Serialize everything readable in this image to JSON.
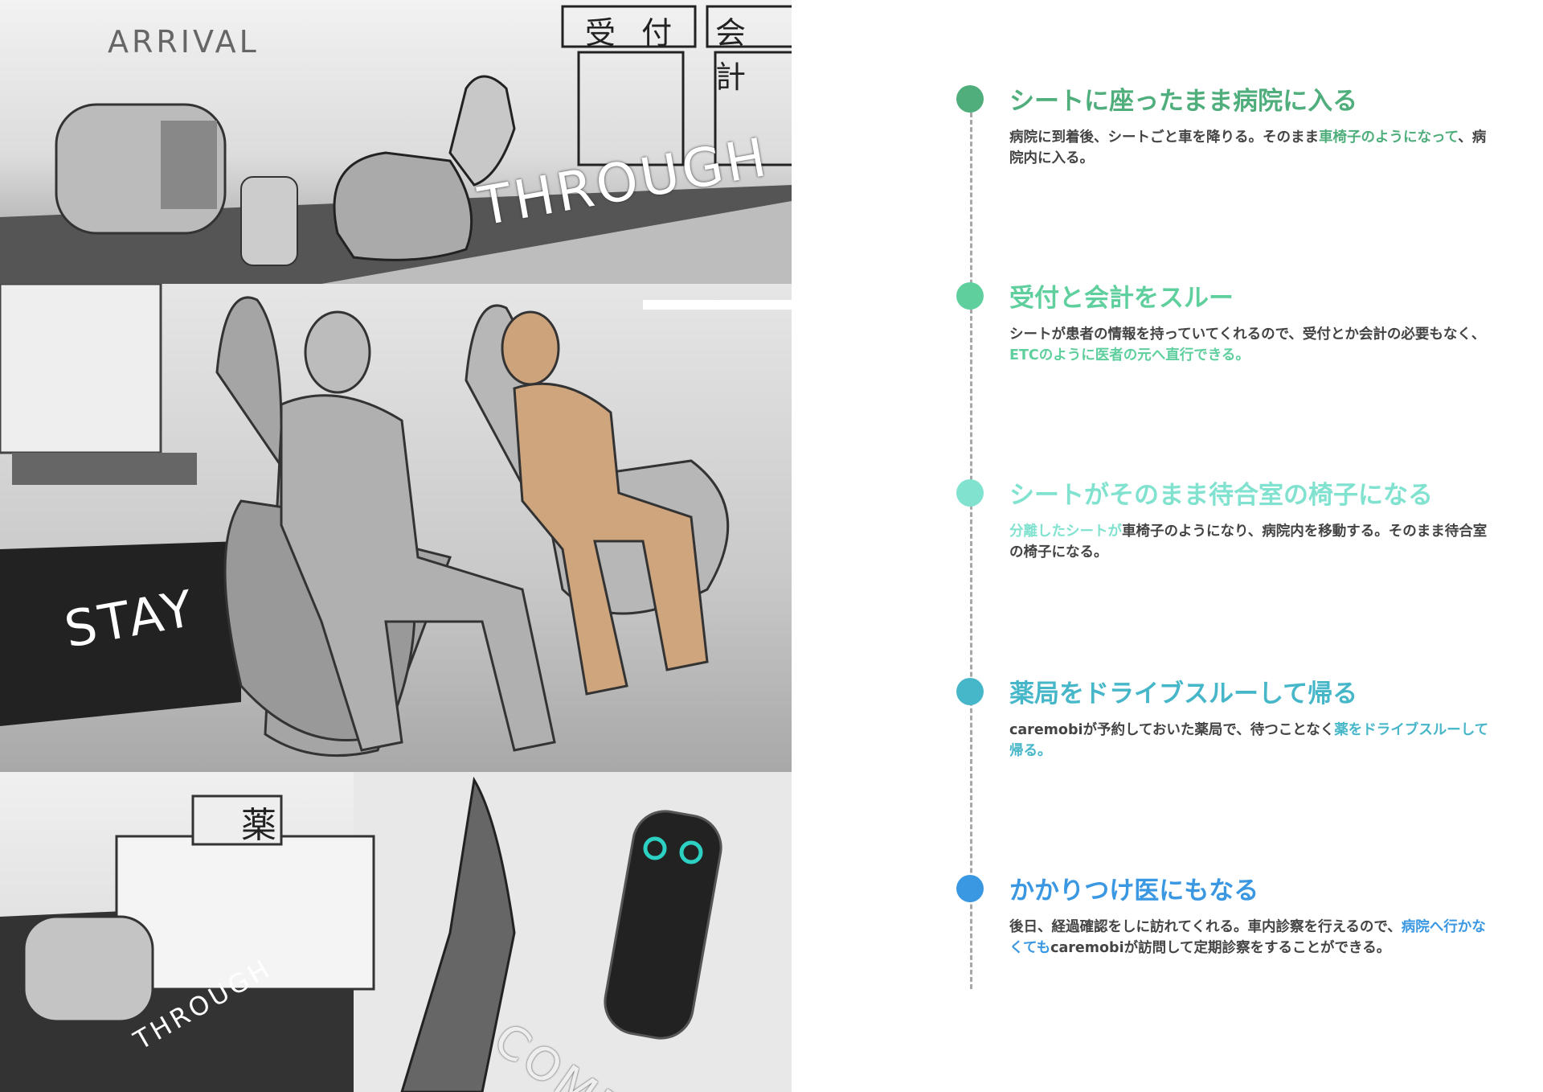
{
  "illustration": {
    "arrival_label": "ARRIVAL",
    "through_label_top": "THROUGH",
    "sign_reception": "受 付",
    "sign_accounting": "会 計",
    "stay_label": "STAY",
    "pharmacy_sign": "薬",
    "through_label_bottom": "THROUGH",
    "come_label": "COME"
  },
  "colors": {
    "step1": "#4fae7c",
    "step2": "#5fcf9e",
    "step3": "#80e2cf",
    "step4": "#46b6c9",
    "step5": "#3a97e2",
    "body_text": "#444444",
    "timeline": "#a8a8a8"
  },
  "steps": [
    {
      "title": "シートに座ったまま病院に入る",
      "body": [
        {
          "t": "病院に到着後、シートごと車を降りる。そのまま"
        },
        {
          "t": "車椅子のようになって",
          "hl": true
        },
        {
          "t": "、病院内に入る。"
        }
      ]
    },
    {
      "title": "受付と会計をスルー",
      "body": [
        {
          "t": "シートが患者の情報を持っていてくれるので、受付とか会計の必要もなく、"
        },
        {
          "t": "ETCのように医者の元へ直行できる。",
          "hl": true
        }
      ]
    },
    {
      "title": "シートがそのまま待合室の椅子になる",
      "body": [
        {
          "t": "分離したシートが",
          "hl": true
        },
        {
          "t": "車椅子のようになり、病院内を移動する。そのまま待合室の椅子になる。"
        }
      ]
    },
    {
      "title": "薬局をドライブスルーして帰る",
      "body": [
        {
          "t": "caremobiが予約しておいた薬局で、待つことなく"
        },
        {
          "t": "薬をドライブスルーして帰る。",
          "hl": true
        }
      ]
    },
    {
      "title": "かかりつけ医にもなる",
      "body": [
        {
          "t": "後日、経過確認をしに訪れてくれる。車内診察を行えるので、"
        },
        {
          "t": "病院へ行かなくても",
          "hl": true
        },
        {
          "t": "caremobiが訪問して定期診察をすることができる。"
        }
      ]
    }
  ]
}
